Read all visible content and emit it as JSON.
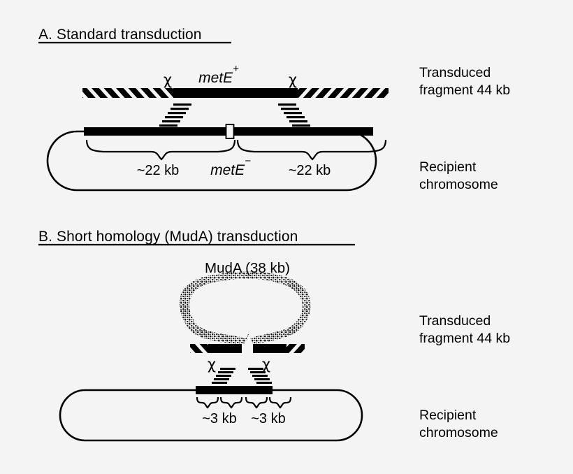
{
  "figure": {
    "background_color": "#f4f4f4",
    "ink_color": "#000000",
    "panels": [
      {
        "id": "A",
        "heading": "A.  Standard transduction",
        "heading_underlined": true,
        "fragment": {
          "labels": {
            "chi_left": "χ",
            "gene": "metE",
            "gene_superscript": "+",
            "chi_right": "χ"
          },
          "end_style": "hatched",
          "center_style": "solid"
        },
        "chromosome": {
          "locus_label": "metE",
          "locus_superscript": "−",
          "homology_left": "~22 kb",
          "homology_right": "~22 kb",
          "gap_marker": "white-box"
        },
        "side_labels": {
          "fragment": [
            "Transduced",
            "fragment 44 kb"
          ],
          "chromosome": [
            "Recipient",
            "chromosome"
          ]
        }
      },
      {
        "id": "B",
        "heading": "B.  Short homology (MudA) transduction ",
        "heading_underlined": true,
        "loop": {
          "label": "MudA (38 kb)",
          "fill_style": "stippled"
        },
        "fragment": {
          "labels": {
            "chi_left": "χ",
            "chi_right": "χ"
          },
          "end_style": "hatched",
          "center_style": "solid"
        },
        "chromosome": {
          "homology_left": "~3 kb",
          "homology_right": "~3 kb"
        },
        "side_labels": {
          "fragment": [
            "Transduced",
            "fragment 44 kb"
          ],
          "chromosome": [
            "Recipient",
            "chromosome"
          ]
        }
      }
    ]
  }
}
